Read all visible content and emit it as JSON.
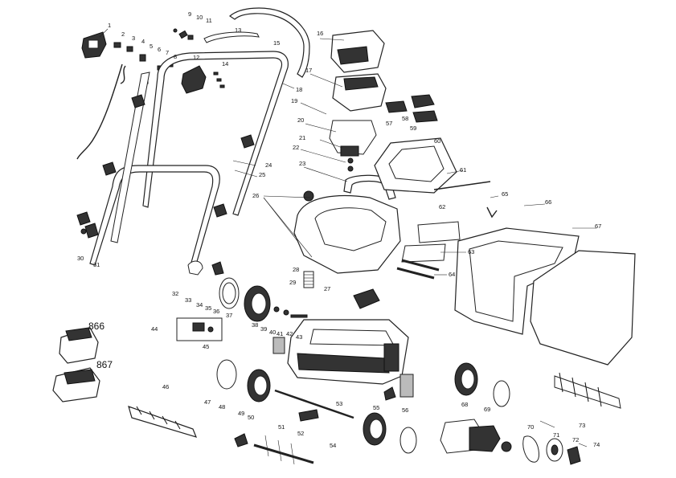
{
  "callouts": {
    "c1": "1",
    "c2": "2",
    "c3": "3",
    "c4": "4",
    "c5": "5",
    "c6": "6",
    "c7": "7",
    "c8": "8",
    "c9": "9",
    "c10": "10",
    "c11": "11",
    "c12": "12",
    "c13": "13",
    "c14": "14",
    "c15": "15",
    "c16": "16",
    "c17": "17",
    "c18": "18",
    "c19": "19",
    "c20": "20",
    "c21": "21",
    "c22": "22",
    "c23": "23",
    "c24": "24",
    "c25": "25",
    "c26": "26",
    "c27": "27",
    "c28": "28",
    "c29": "29",
    "c30": "30",
    "c31": "31",
    "c32": "32",
    "c33": "33",
    "c34": "34",
    "c35": "35",
    "c36": "36",
    "c37": "37",
    "c38": "38",
    "c39": "39",
    "c40": "40",
    "c41": "41",
    "c42": "42",
    "c43": "43",
    "c44": "44",
    "c45": "45",
    "c46": "46",
    "c47": "47",
    "c48": "48",
    "c49": "49",
    "c50": "50",
    "c51": "51",
    "c52": "52",
    "c53": "53",
    "c54": "54",
    "c55": "55",
    "c56": "56",
    "c57": "57",
    "c58": "58",
    "c59": "59",
    "c60": "60",
    "c61": "61",
    "c62": "62",
    "c63": "63",
    "c64": "64",
    "c65": "65",
    "c66": "66",
    "c67": "67",
    "c68": "68",
    "c69": "69",
    "c70": "70",
    "c71": "71",
    "c72": "72",
    "c73": "73",
    "c74": "74",
    "c866": "866",
    "c867": "867"
  }
}
